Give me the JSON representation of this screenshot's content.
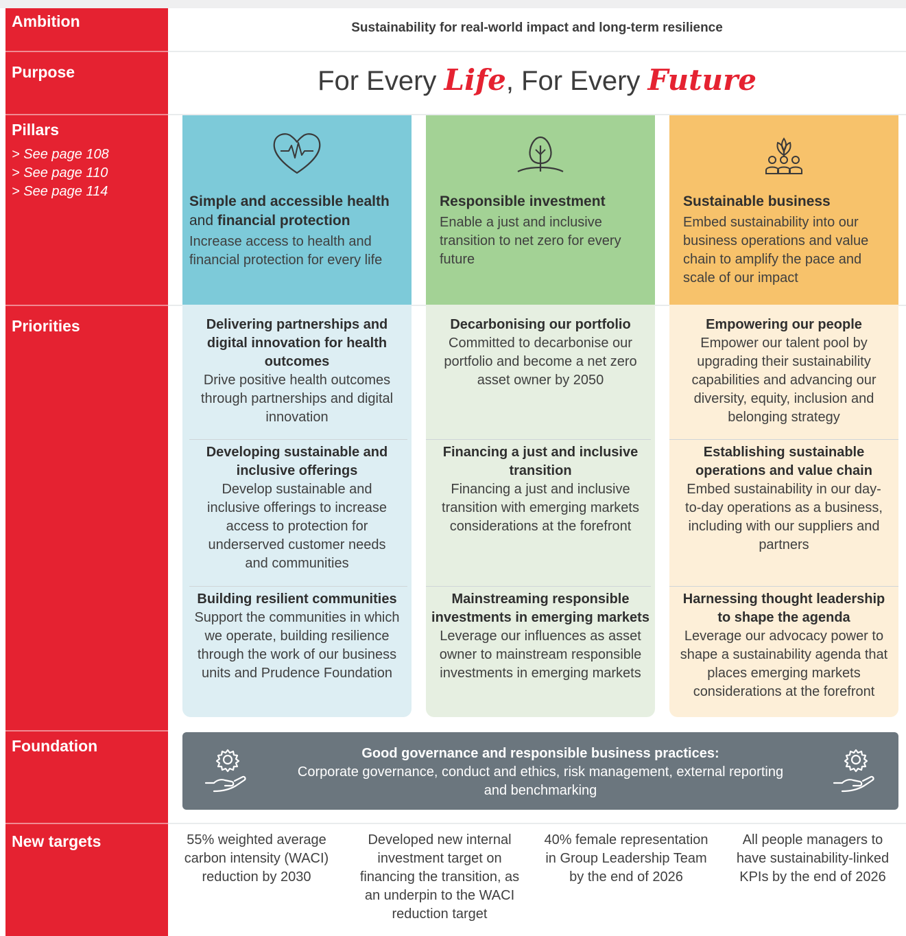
{
  "rows": {
    "ambition": "Ambition",
    "purpose": "Purpose",
    "pillars": "Pillars",
    "priorities": "Priorities",
    "foundation": "Foundation",
    "new_targets": "New targets"
  },
  "pillar_links": [
    "> See page 108",
    "> See page 110",
    "> See page 114"
  ],
  "ambition_text": "Sustainability for real-world impact and long-term resilience",
  "purpose": {
    "part1": "For Every ",
    "word1": "Life",
    "part2": ", For Every ",
    "word2": "Future"
  },
  "pillars": [
    {
      "icon": "heart-pulse-icon",
      "title_bold1": "Simple and accessible health",
      "title_mid": " and ",
      "title_bold2": "financial protection",
      "text": "Increase access to health and financial protection for every life"
    },
    {
      "icon": "tree-icon",
      "title": "Responsible investment",
      "text": "Enable a just and inclusive transition to net zero for every future"
    },
    {
      "icon": "people-leaf-icon",
      "title": "Sustainable business",
      "text": "Embed sustainability into our business operations and value chain to amplify the pace and scale of our impact"
    }
  ],
  "priorities": [
    [
      {
        "title": "Delivering partnerships and digital innovation for health outcomes",
        "text": "Drive positive health outcomes through partnerships and digital innovation"
      },
      {
        "title": "Developing sustainable and inclusive offerings",
        "text": "Develop sustainable and inclusive offerings to increase access to protection for underserved customer needs and communities"
      },
      {
        "title": "Building resilient communities",
        "text": "Support the communities in which we operate, building resilience through the work of our business units and Prudence Foundation"
      }
    ],
    [
      {
        "title": "Decarbonising our portfolio",
        "text": "Committed to decarbonise our portfolio and become a net zero asset owner by 2050"
      },
      {
        "title": "Financing a just and inclusive transition",
        "text": "Financing a just and inclusive transition with emerging markets considerations at the forefront"
      },
      {
        "title": "Mainstreaming responsible investments in emerging markets",
        "text": "Leverage our influences as asset owner to mainstream responsible investments in emerging markets"
      }
    ],
    [
      {
        "title": "Empowering our people",
        "text": "Empower our talent pool by upgrading their sustainability capabilities and advancing our diversity, equity, inclusion and belonging strategy"
      },
      {
        "title": "Establishing sustainable operations and value chain",
        "text": "Embed sustainability in our day-to-day operations as a business, including with our suppliers and partners"
      },
      {
        "title": "Harnessing thought leadership to shape the agenda",
        "text": "Leverage our advocacy power to shape a sustainability agenda that places emerging markets considerations at the forefront"
      }
    ]
  ],
  "foundation": {
    "title": "Good governance and responsible business practices:",
    "text": "Corporate governance, conduct and ethics, risk management, external reporting and benchmarking",
    "icon": "gear-hand-icon"
  },
  "targets": [
    "55% weighted average carbon intensity (WACI) reduction by 2030",
    "Developed new internal investment target on financing the transition, as an underpin to the WACI reduction target",
    "40% female representation in Group Leadership Team by the end of 2026",
    "All people managers to have sustainability-linked KPIs by the end of 2026"
  ],
  "colors": {
    "red": "#e52231",
    "blue": "#7dcad9",
    "blue_light": "#ddeef3",
    "green": "#a3d295",
    "green_light": "#e6efe1",
    "orange": "#f7c26b",
    "orange_light": "#fdefd8",
    "foundation_grey": "#6b767e"
  }
}
